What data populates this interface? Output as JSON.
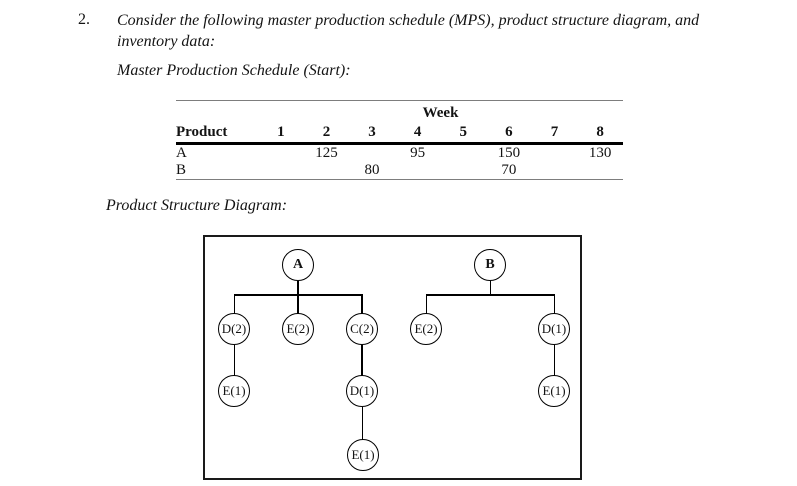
{
  "problem": {
    "number": "2.",
    "statement_line1": "Consider the following master production schedule (MPS), product structure diagram, and",
    "statement_line2": "inventory data:",
    "mps_caption": "Master Production Schedule (Start):",
    "diagram_caption": "Product Structure Diagram:"
  },
  "mps_table": {
    "group_header": "Week",
    "columns": [
      "Product",
      "1",
      "2",
      "3",
      "4",
      "5",
      "6",
      "7",
      "8"
    ],
    "rows": [
      {
        "product": "A",
        "values": [
          "",
          "125",
          "",
          "95",
          "",
          "150",
          "",
          "130"
        ]
      },
      {
        "product": "B",
        "values": [
          "",
          "",
          "80",
          "",
          "",
          "70",
          "",
          ""
        ]
      }
    ]
  },
  "diagram": {
    "trees": [
      {
        "root": "A",
        "children": [
          {
            "label": "D(2)",
            "children": [
              {
                "label": "E(1)"
              }
            ]
          },
          {
            "label": "E(2)"
          },
          {
            "label": "C(2)",
            "children": [
              {
                "label": "D(1)",
                "children": [
                  {
                    "label": "E(1)"
                  }
                ]
              }
            ]
          }
        ]
      },
      {
        "root": "B",
        "children": [
          {
            "label": "E(2)"
          },
          {
            "label": "D(1)",
            "children": [
              {
                "label": "E(1)"
              }
            ]
          }
        ]
      }
    ],
    "nodes": {
      "a_root": "A",
      "a_d": "D(2)",
      "a_e": "E(2)",
      "a_c": "C(2)",
      "a_d_e": "E(1)",
      "a_c_d": "D(1)",
      "a_c_d_e": "E(1)",
      "b_root": "B",
      "b_e": "E(2)",
      "b_d": "D(1)",
      "b_d_e": "E(1)"
    }
  }
}
